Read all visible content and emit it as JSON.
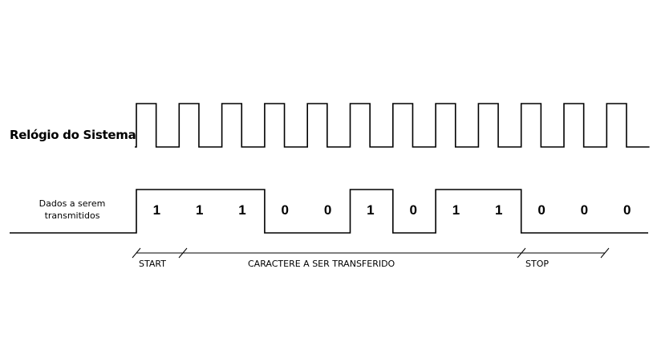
{
  "labels": {
    "clock": "Relógio do Sistema",
    "data_line1": "Dados a serem",
    "data_line2": "transmitidos"
  },
  "bits": [
    "1",
    "1",
    "1",
    "0",
    "0",
    "1",
    "0",
    "1",
    "1",
    "0",
    "0",
    "0"
  ],
  "segments": {
    "start": "START",
    "character": "CARACTERE A SER TRANSFERIDO",
    "stop": "STOP"
  },
  "colors": {
    "line": "#000000",
    "background": "#ffffff"
  }
}
